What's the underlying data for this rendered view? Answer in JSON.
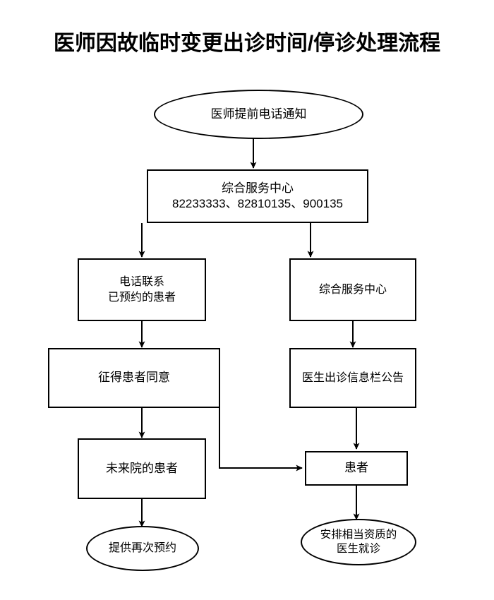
{
  "page": {
    "title": "医师因故临时变更出诊时间/停诊处理流程",
    "background_color": "#ffffff",
    "line_color": "#000000",
    "text_color": "#000000"
  },
  "nodes": {
    "start_notice": {
      "label": "医师提前电话通知",
      "shape": "ellipse"
    },
    "service_center_main": {
      "label": "综合服务中心\n82233333、82810135、900135",
      "shape": "rect"
    },
    "phone_contact": {
      "label": "电话联系\n已预约的患者",
      "shape": "rect"
    },
    "service_center_right": {
      "label": "综合服务中心",
      "shape": "rect"
    },
    "patient_consent": {
      "label": "征得患者同意",
      "shape": "rect"
    },
    "bulletin_board": {
      "label": "医生出诊信息栏公告",
      "shape": "rect"
    },
    "not_arrived_patient": {
      "label": "未来院的患者",
      "shape": "rect"
    },
    "patient": {
      "label": "患者",
      "shape": "rect"
    },
    "rebook": {
      "label": "提供再次预约",
      "shape": "ellipse"
    },
    "qualified_doctor": {
      "label": "安排相当资质的\n医生就诊",
      "shape": "ellipse"
    }
  },
  "edges": [
    {
      "from": "start_notice",
      "to": "service_center_main",
      "kind": "arrow-down"
    },
    {
      "from": "service_center_main",
      "to": "phone_contact",
      "kind": "arrow-down"
    },
    {
      "from": "service_center_main",
      "to": "service_center_right",
      "kind": "arrow-down"
    },
    {
      "from": "phone_contact",
      "to": "patient_consent",
      "kind": "arrow-down"
    },
    {
      "from": "service_center_right",
      "to": "bulletin_board",
      "kind": "arrow-down"
    },
    {
      "from": "patient_consent",
      "to": "not_arrived_patient",
      "kind": "arrow-down"
    },
    {
      "from": "patient_consent",
      "to": "patient",
      "kind": "elbow-right-arrow"
    },
    {
      "from": "bulletin_board",
      "to": "patient",
      "kind": "arrow-down"
    },
    {
      "from": "not_arrived_patient",
      "to": "rebook",
      "kind": "arrow-down"
    },
    {
      "from": "patient",
      "to": "qualified_doctor",
      "kind": "arrow-down"
    }
  ]
}
